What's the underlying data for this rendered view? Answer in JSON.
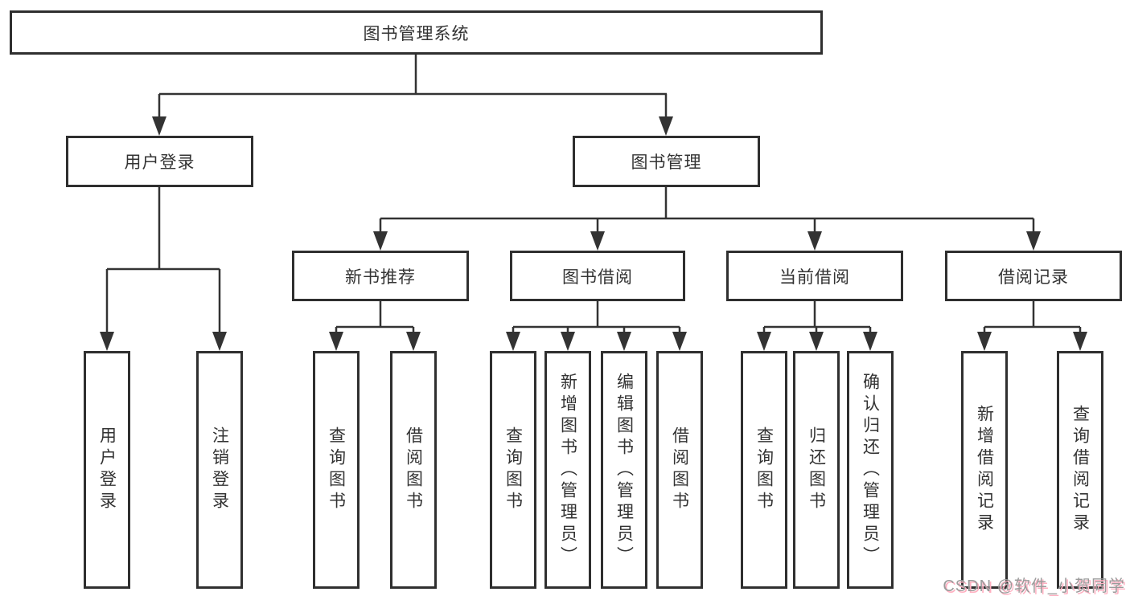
{
  "theme": {
    "line_color": "#333333",
    "box_border_color": "#2f2f2f",
    "box_fill_color": "#ffffff",
    "text_color": "#333333",
    "watermark_color": "#9b9b9b",
    "watermark_shadow_color": "#ffb0c1",
    "background_color": "#ffffff"
  },
  "diagram": {
    "root": {
      "label": "图书管理系统"
    },
    "level2": [
      {
        "id": "user-login",
        "label": "用户登录"
      },
      {
        "id": "book-management",
        "label": "图书管理"
      }
    ],
    "level3": [
      {
        "id": "new-book-recommend",
        "label": "新书推荐"
      },
      {
        "id": "book-borrowing",
        "label": "图书借阅"
      },
      {
        "id": "current-borrowing",
        "label": "当前借阅"
      },
      {
        "id": "borrowing-records",
        "label": "借阅记录"
      }
    ],
    "leaf_groups": [
      {
        "parent": "user-login",
        "items": [
          "用户登录",
          "注销登录"
        ]
      },
      {
        "parent": "new-book-recommend",
        "items": [
          "查询图书",
          "借阅图书"
        ]
      },
      {
        "parent": "book-borrowing",
        "items": [
          "查询图书",
          "新增图书（管理员）",
          "编辑图书（管理员）",
          "借阅图书"
        ]
      },
      {
        "parent": "current-borrowing",
        "items": [
          "查询图书",
          "归还图书",
          "确认归还（管理员）"
        ]
      },
      {
        "parent": "borrowing-records",
        "items": [
          "新增借阅记录",
          "查询借阅记录"
        ]
      }
    ]
  },
  "watermark": {
    "text": "CSDN @软件_小贺同学"
  }
}
